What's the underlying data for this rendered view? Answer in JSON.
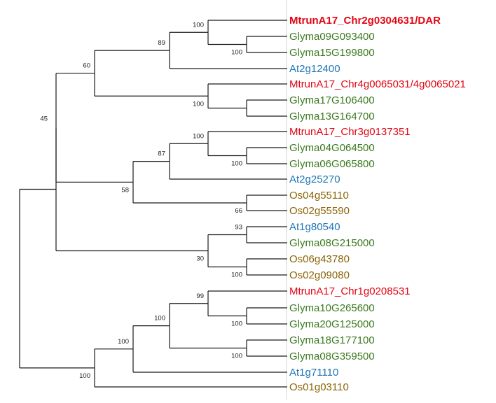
{
  "colors": {
    "Medicago": "#e30613",
    "Glycine": "#3b7a1e",
    "Arabidopsis": "#1f77b4",
    "Oryza": "#8b6508"
  },
  "tree": {
    "support": "45",
    "children": [
      {
        "support": "60",
        "children": [
          {
            "support": "89",
            "children": [
              {
                "support": "100",
                "children": [
                  {
                    "label": "MtrunA17_Chr2g0304631/DAR",
                    "species": "Medicago",
                    "bold": true
                  },
                  {
                    "support": "100",
                    "children": [
                      {
                        "label": "Glyma09G093400",
                        "species": "Glycine"
                      },
                      {
                        "label": "Glyma15G199800",
                        "species": "Glycine"
                      }
                    ]
                  }
                ]
              },
              {
                "label": "At2g12400",
                "species": "Arabidopsis"
              }
            ]
          },
          {
            "support": "100",
            "children": [
              {
                "label": "MtrunA17_Chr4g0065031/4g0065021",
                "species": "Medicago"
              },
              {
                "support": "",
                "children": [
                  {
                    "label": "Glyma17G106400",
                    "species": "Glycine"
                  },
                  {
                    "label": "Glyma13G164700",
                    "species": "Glycine"
                  }
                ]
              }
            ]
          }
        ]
      },
      {
        "support": "58",
        "children": [
          {
            "support": "87",
            "children": [
              {
                "support": "100",
                "children": [
                  {
                    "label": "MtrunA17_Chr3g0137351",
                    "species": "Medicago"
                  },
                  {
                    "support": "100",
                    "children": [
                      {
                        "label": "Glyma04G064500",
                        "species": "Glycine"
                      },
                      {
                        "label": "Glyma06G065800",
                        "species": "Glycine"
                      }
                    ]
                  }
                ]
              },
              {
                "label": "At2g25270",
                "species": "Arabidopsis"
              }
            ]
          },
          {
            "support": "66",
            "children": [
              {
                "label": "Os04g55110",
                "species": "Oryza"
              },
              {
                "label": "Os02g55590",
                "species": "Oryza"
              }
            ]
          }
        ]
      }
    ],
    "sibling": {
      "support": "30",
      "children": [
        {
          "support": "93",
          "children": [
            {
              "label": "At1g80540",
              "species": "Arabidopsis"
            },
            {
              "label": "Glyma08G215000",
              "species": "Glycine"
            }
          ]
        },
        {
          "support": "100",
          "children": [
            {
              "label": "Os06g43780",
              "species": "Oryza"
            },
            {
              "label": "Os02g09080",
              "species": "Oryza"
            }
          ]
        }
      ]
    },
    "outgroup": {
      "support": "100",
      "children": [
        {
          "support": "100",
          "children": [
            {
              "support": "100",
              "children": [
                {
                  "support": "99",
                  "children": [
                    {
                      "label": "MtrunA17_Chr1g0208531",
                      "species": "Medicago"
                    },
                    {
                      "support": "100",
                      "children": [
                        {
                          "label": "Glyma10G265600",
                          "species": "Glycine"
                        },
                        {
                          "label": "Glyma20G125000",
                          "species": "Glycine"
                        }
                      ]
                    }
                  ]
                },
                {
                  "support": "100",
                  "children": [
                    {
                      "label": "Glyma18G177100",
                      "species": "Glycine"
                    },
                    {
                      "label": "Glyma08G359500",
                      "species": "Glycine"
                    }
                  ]
                }
              ]
            },
            {
              "label": "At1g71110",
              "species": "Arabidopsis"
            }
          ]
        },
        {
          "label": "Os01g03110",
          "species": "Oryza"
        }
      ]
    }
  }
}
